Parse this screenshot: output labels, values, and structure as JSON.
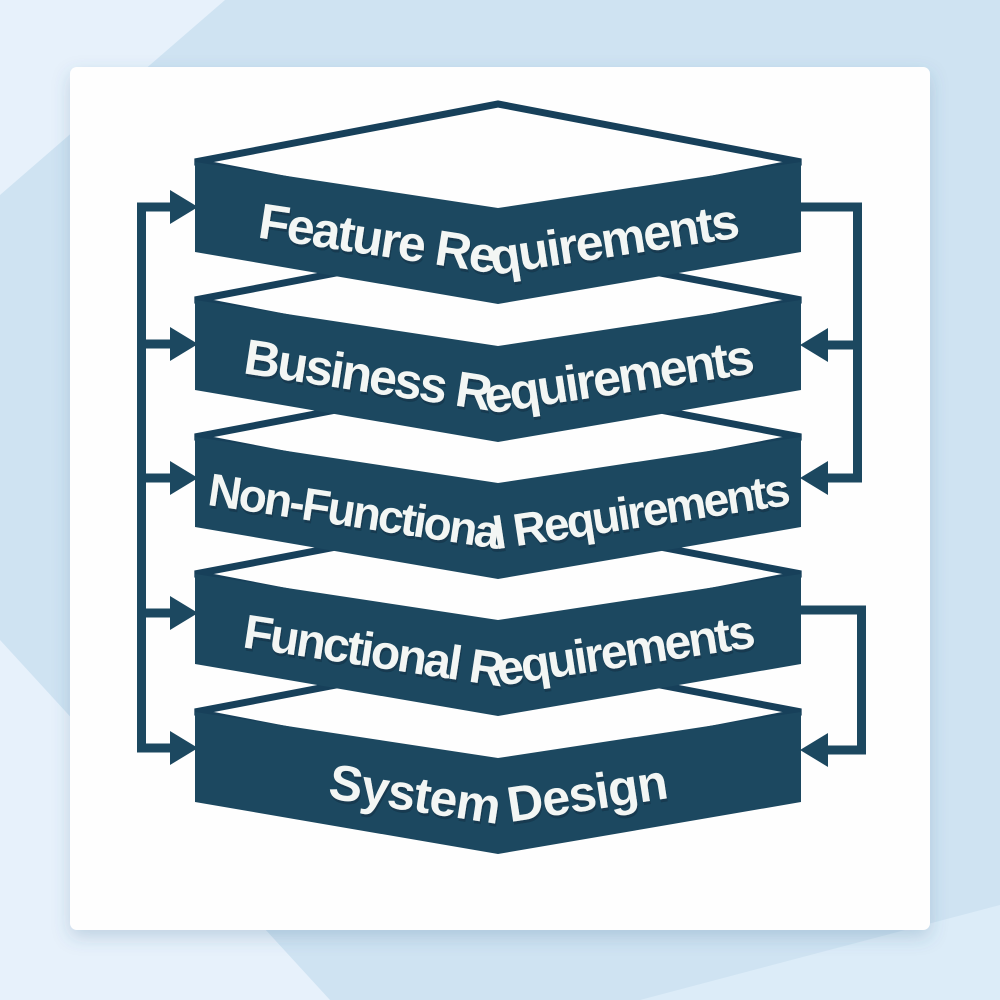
{
  "colors": {
    "background_color": "#cfe3f2",
    "bg_light_color": "#e7f1fb",
    "bg_light2_color": "#dcecf8",
    "card_color": "#fefefe",
    "shape_color": "#1c4860",
    "outline_color": "#17405a",
    "label_color": "#f3f6f4"
  },
  "diagram": {
    "type": "stacked-layer-flow",
    "layers": [
      {
        "id": "feature-requirements",
        "label": "Feature Requirements"
      },
      {
        "id": "business-requirements",
        "label": "Business Requirements"
      },
      {
        "id": "non-functional-requirements",
        "label": "Non-Functional Requirements"
      },
      {
        "id": "functional-requirements",
        "label": "Functional Requirements"
      },
      {
        "id": "system-design",
        "label": "System Design"
      }
    ]
  }
}
